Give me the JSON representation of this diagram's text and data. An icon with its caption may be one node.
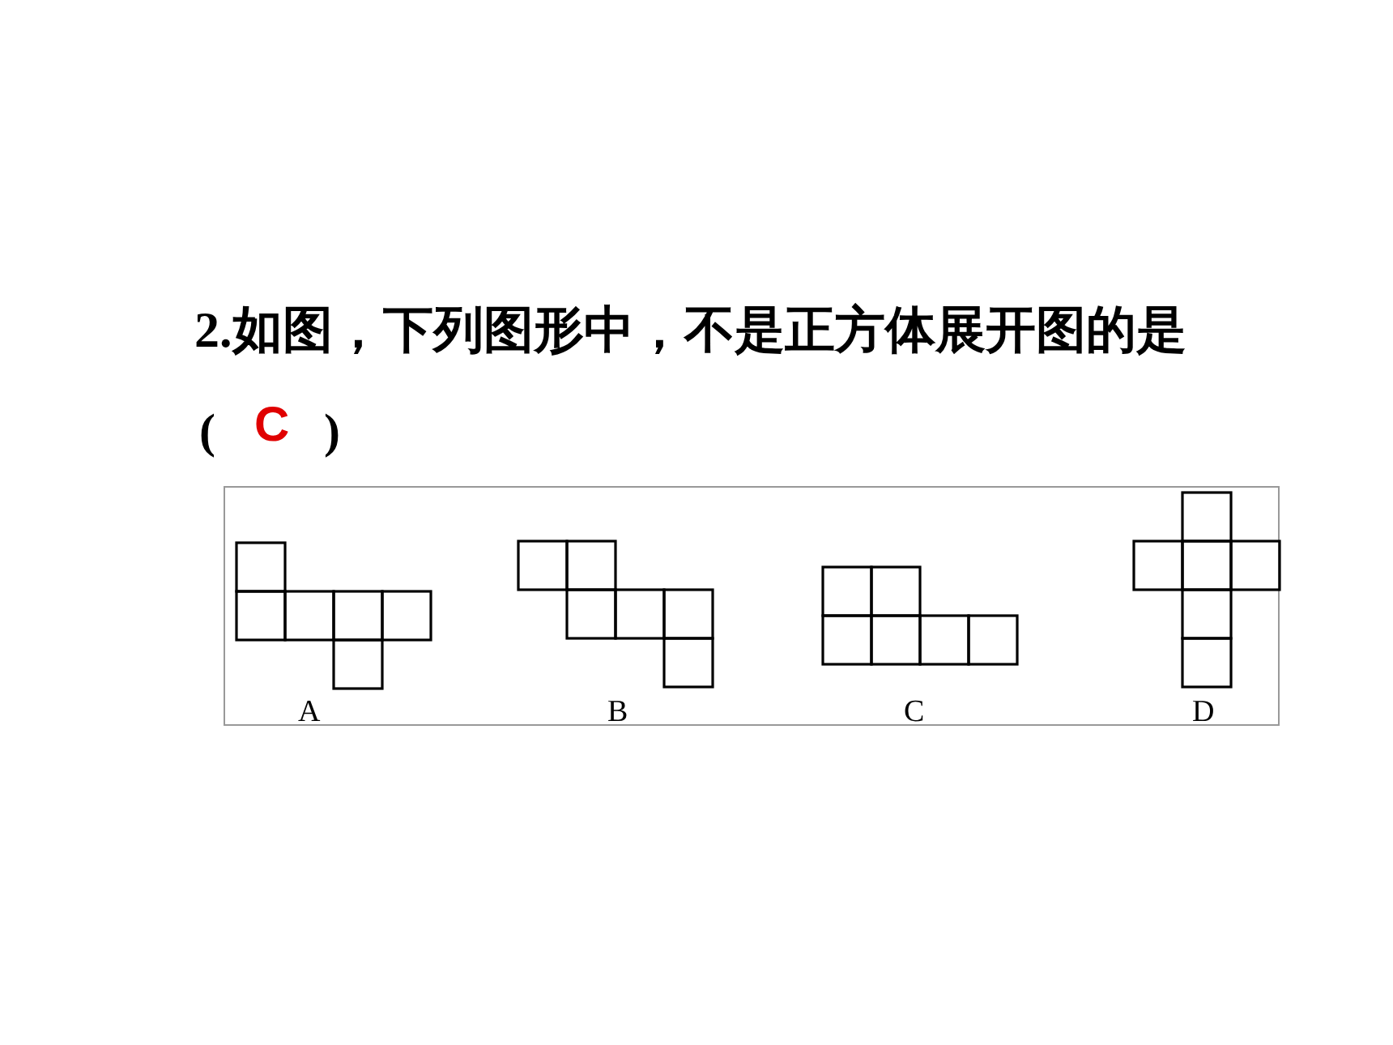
{
  "diagram": {
    "labels": [
      "2.如图，下列图形中，不是正方体展开图的是",
      "(",
      "C",
      ")",
      "A",
      "B",
      "C",
      "D"
    ]
  }
}
